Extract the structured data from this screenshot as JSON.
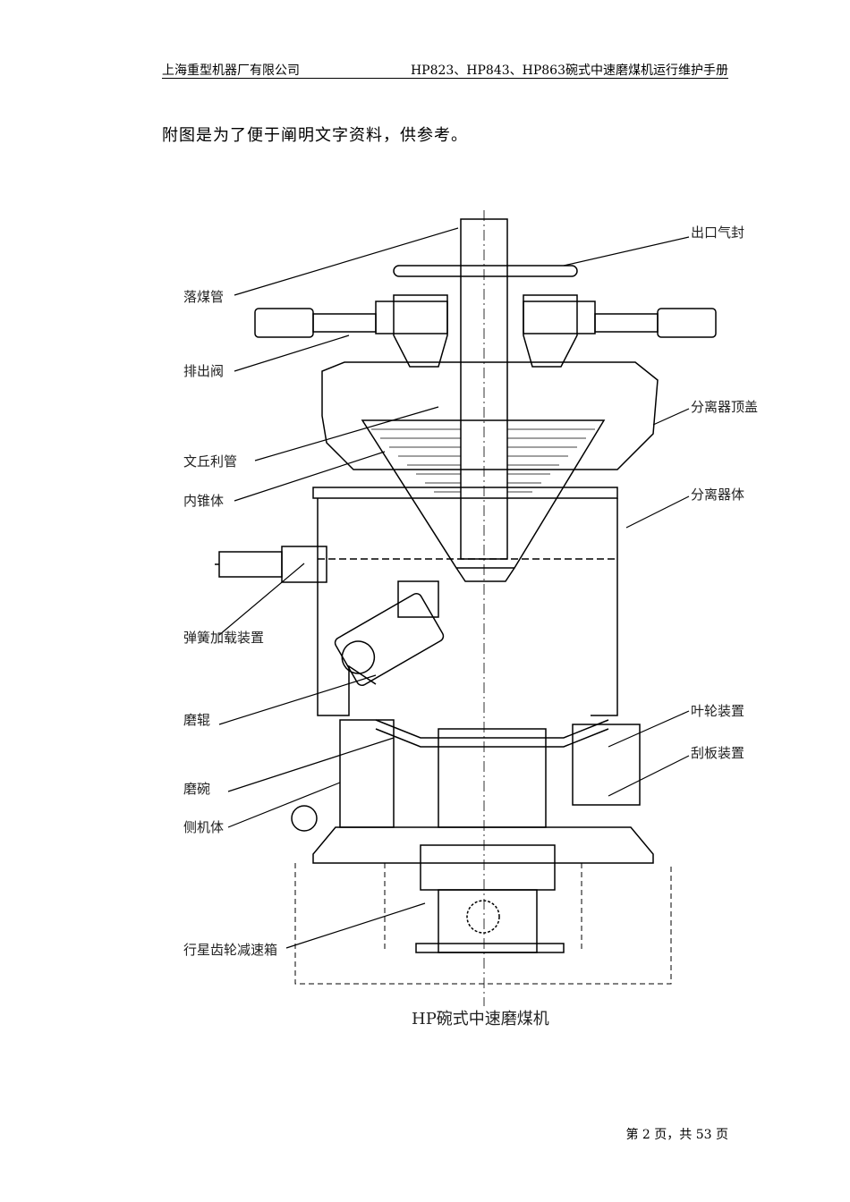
{
  "header": {
    "left": "上海重型机器厂有限公司",
    "right": "HP823、HP843、HP863碗式中速磨煤机运行维护手册"
  },
  "intro_text": "附图是为了便于阐明文字资料，供参考。",
  "figure": {
    "caption": "HP碗式中速磨煤机",
    "labels_left": [
      "落煤管",
      "排出阀",
      "文丘利管",
      "内锥体",
      "弹簧加载装置",
      "磨辊",
      "磨碗",
      "侧机体",
      "行星齿轮减速箱"
    ],
    "labels_right": [
      "出口气封",
      "分离器顶盖",
      "分离器体",
      "叶轮装置",
      "刮板装置"
    ]
  },
  "footer": {
    "page_text": "第 2 页，共 53 页"
  }
}
